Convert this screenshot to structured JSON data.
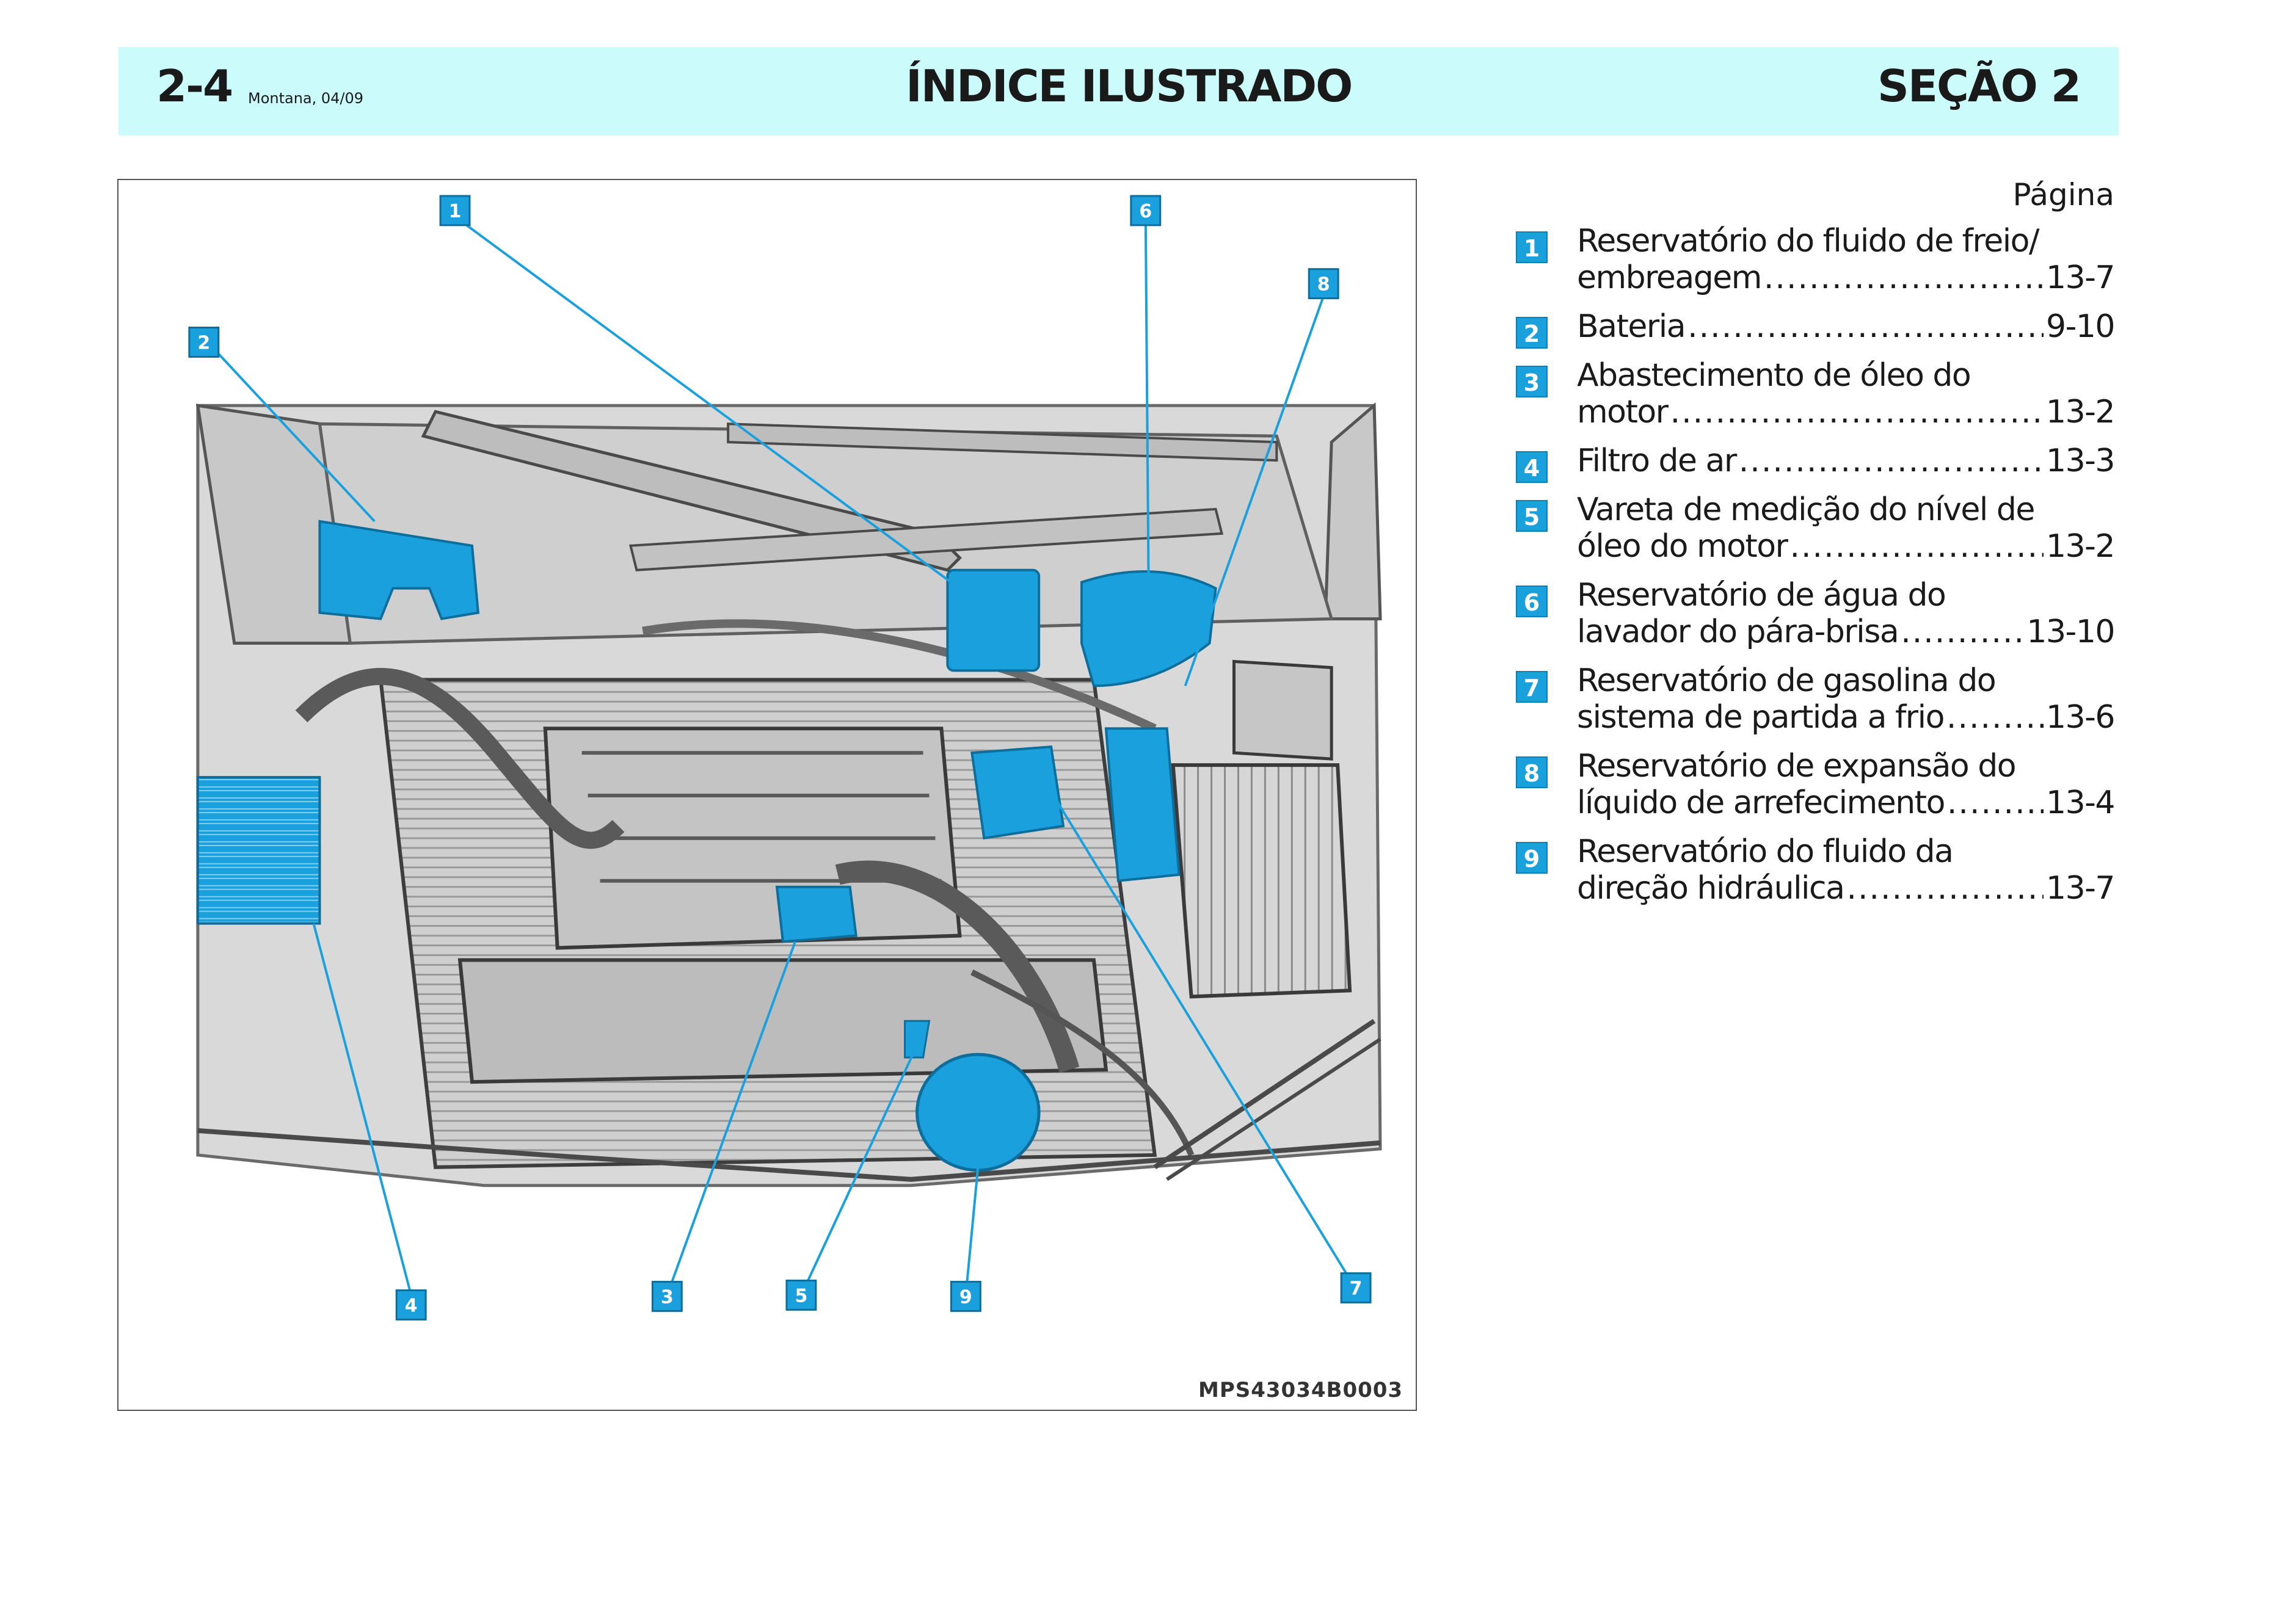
{
  "header": {
    "page_number": "2-4",
    "model_date": "Montana, 04/09",
    "title": "ÍNDICE ILUSTRADO",
    "section": "SEÇÃO 2"
  },
  "figure": {
    "code": "MPS43034B0003",
    "callouts": [
      "1",
      "2",
      "3",
      "4",
      "5",
      "6",
      "7",
      "8",
      "9"
    ],
    "highlight_color": "#1aa0dc"
  },
  "index": {
    "page_label": "Página",
    "entries": [
      {
        "num": "1",
        "line1": "Reservatório do fluido de freio/",
        "line2": "embreagem",
        "page": "13-7"
      },
      {
        "num": "2",
        "line1": "",
        "line2": "Bateria",
        "page": "9-10"
      },
      {
        "num": "3",
        "line1": "Abastecimento de óleo do",
        "line2": "motor",
        "page": "13-2"
      },
      {
        "num": "4",
        "line1": "",
        "line2": "Filtro de ar",
        "page": "13-3"
      },
      {
        "num": "5",
        "line1": "Vareta de medição do nível de",
        "line2": "óleo do motor",
        "page": "13-2"
      },
      {
        "num": "6",
        "line1": "Reservatório de água do",
        "line2": "lavador do pára-brisa",
        "page": "13-10"
      },
      {
        "num": "7",
        "line1": "Reservatório de gasolina do",
        "line2": "sistema de partida a frio",
        "page": "13-6"
      },
      {
        "num": "8",
        "line1": "Reservatório de expansão do",
        "line2": "líquido de arrefecimento",
        "page": "13-4"
      },
      {
        "num": "9",
        "line1": "Reservatório do fluido da",
        "line2": "direção hidráulica",
        "page": "13-7"
      }
    ]
  }
}
